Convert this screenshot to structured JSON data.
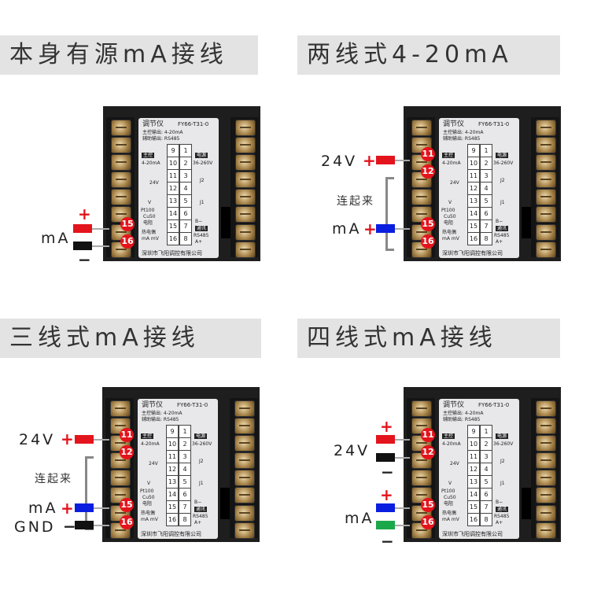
{
  "quadrants": [
    {
      "title": "本身有源mA接线",
      "labels": {
        "ma": "mA",
        "plus": "+",
        "minus": "−"
      }
    },
    {
      "title": "两线式4-20mA",
      "labels": {
        "v24": "24V",
        "plus": "+",
        "link": "连起来",
        "ma": "mA"
      }
    },
    {
      "title": "三线式mA接线",
      "labels": {
        "v24": "24V",
        "plus": "+",
        "link": "连起来",
        "ma": "mA",
        "gnd": "GND",
        "minus": "−"
      }
    },
    {
      "title": "四线式mA接线",
      "labels": {
        "v24": "24V",
        "plus": "+",
        "minus": "−",
        "ma": "mA"
      }
    }
  ],
  "device": {
    "name": "调节仪",
    "model": "FY66-T31-0",
    "out1": "主控输出: 4-20mA",
    "out2": "辅助输出: RS485",
    "main": "主控",
    "main_sig": "4-20mA",
    "power": "电源",
    "power_v": "36-260V",
    "v24": "24V",
    "j2": "J2",
    "j1": "J1",
    "v": "V",
    "pt": "Pt100",
    "cu": "Cu50",
    "res": "电阻",
    "tc": "热电偶",
    "mamv": "mA mV",
    "comm": "通讯",
    "rs": "RS485",
    "bminus": "B−",
    "aplus": "A+",
    "maker": "深圳市飞阳调控有限公司",
    "left_terms": [
      "9",
      "10",
      "11",
      "12",
      "13",
      "14",
      "15",
      "16"
    ],
    "right_terms": [
      "1",
      "2",
      "3",
      "4",
      "5",
      "6",
      "7",
      "8"
    ]
  },
  "colors": {
    "red": "#e3141c",
    "blue": "#0a1ee0",
    "black": "#111111",
    "green": "#1aa84a"
  }
}
